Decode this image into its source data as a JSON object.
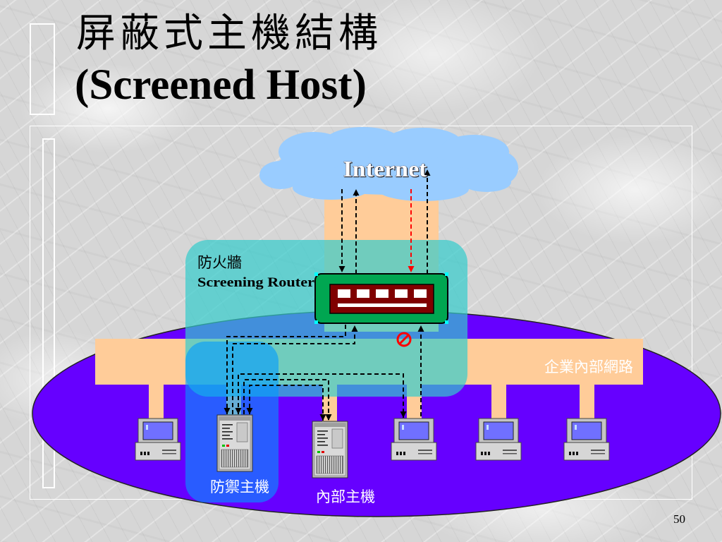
{
  "slide": {
    "title_zh": "屏蔽式主機結構",
    "title_en": "(Screened Host)",
    "page_number": "50"
  },
  "diagram": {
    "cloud_label": "Internet",
    "firewall_label_zh": "防火牆",
    "firewall_label_en": "Screening Router",
    "network_label": "企業內部網路",
    "bastion_host_label": "防禦主機",
    "internal_host_label": "內部主機",
    "icons": {
      "cloud": "cloud-icon",
      "router": "router-icon",
      "workstation": "desktop-computer-icon",
      "server": "server-tower-icon",
      "blocked": "prohibited-icon"
    }
  },
  "colors": {
    "cloud": "#99ccff",
    "network_segment": "#ffcc99",
    "lan_area": "#6600ff",
    "firewall_zone": "#33cccc",
    "bastion_zone": "#0099ff",
    "router_body": "#00a651",
    "router_panel": "#800000",
    "blocked_traffic": "#ff0000"
  }
}
